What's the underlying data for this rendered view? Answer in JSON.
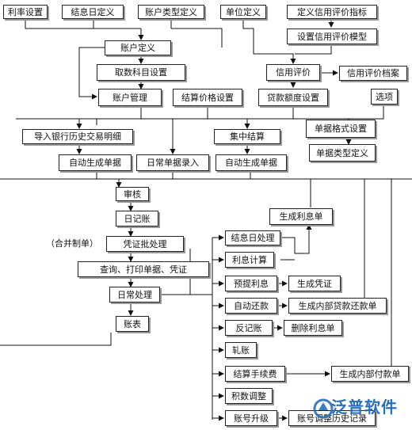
{
  "boxes": {
    "lirui_shezhi": "利率设置",
    "jiexiri_dingyi": "结息日定义",
    "zhanghu_leixing_dingyi": "账户类型定义",
    "danwei_dingyi": "单位定义",
    "dingyi_xinyong_zhibiao": "定义信用评价指标",
    "shezhi_xinyong_moxing": "设置信用评价模型",
    "zhanghu_dingyi": "账户定义",
    "qushu_kemu_shezhi": "取数科目设置",
    "xinyong_pingjia": "信用评价",
    "xinyong_dangan": "信用评价档案",
    "zhanghu_guanli": "账户管理",
    "jiesuan_jiage_shezhi": "结算价格设置",
    "daikuan_edu_shezhi": "贷款额度设置",
    "xuanxiang": "选项",
    "danju_geshi_shezhi": "单据格式设置",
    "danju_leixing_dingyi": "单据类型定义",
    "daoru_yinhang": "导入银行历史交易明细",
    "jizhong_jiesuan": "集中结算",
    "zidong_shengcheng_danju_1": "自动生成单据",
    "richang_danju_luru": "日常单据录入",
    "zidong_shengcheng_danju_2": "自动生成单据",
    "shenhe": "审核",
    "rijizhang": "日记账",
    "pingzheng_pichuli": "凭证批处理",
    "hebing_zhidan": "（合并制单）",
    "chaxun_dayin": "查询、打印单据、凭证",
    "richang_chuli": "日常处理",
    "zhangbiao": "账表",
    "shengcheng_lixidan": "生成利息单",
    "jiexiri_chuli": "结息日处理",
    "lixi_jisuan": "利息计算",
    "yuti_lixi": "预提利息",
    "shengcheng_pingzheng": "生成凭证",
    "zidong_huankuan": "自动还款",
    "shengcheng_neibu_daikuan_huankuandan": "生成内部贷款还款单",
    "fan_jizhang": "反记账",
    "shanchu_lixidan": "删除利息单",
    "gazhang": "轧账",
    "jiesuan_shouxufei": "结算手续费",
    "shengcheng_neibu_fukuandan": "生成内部付款单",
    "jishu_tiaozheng": "积数调整",
    "zhanghao_shengji": "账号升级",
    "zhanghao_tiaozheng_lishi": "账号调整历史记录"
  },
  "logo": {
    "text": "泛普软件",
    "color": "#2a6fb5"
  }
}
